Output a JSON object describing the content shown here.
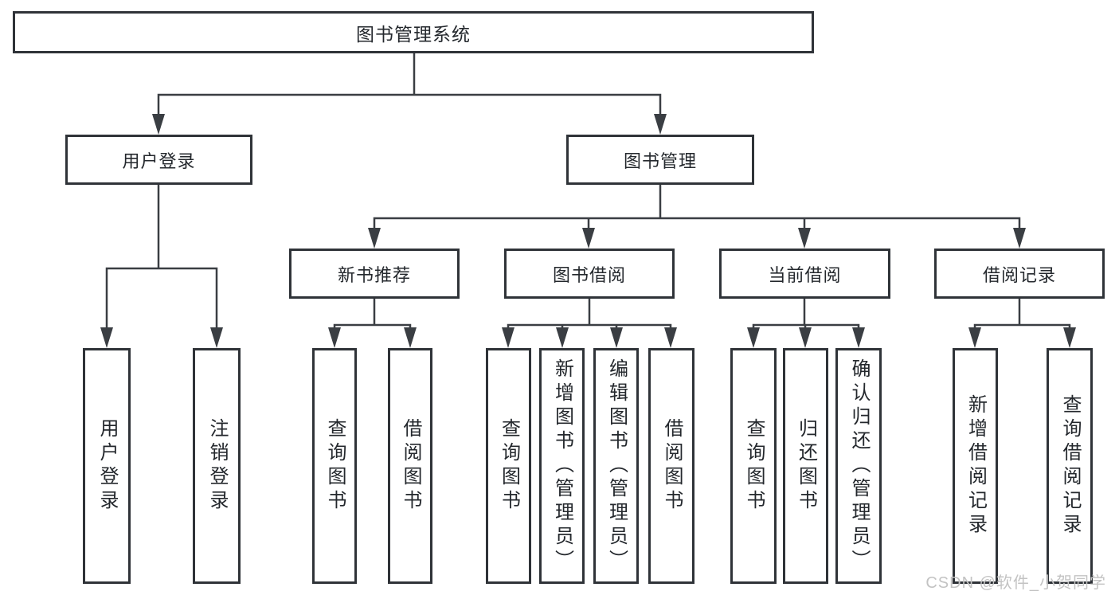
{
  "diagram_title": "图书管理系统",
  "nodes": {
    "root": "图书管理系统",
    "level2": {
      "user_login": "用户登录",
      "book_management": "图书管理"
    },
    "level3": {
      "new_books": "新书推荐",
      "book_borrowing": "图书借阅",
      "current_borrowing": "当前借阅",
      "borrow_records": "借阅记录"
    },
    "leaves": {
      "user_login": "用户登录",
      "logout": "注销登录",
      "new_books_query": "查询图书",
      "new_books_borrow": "借阅图书",
      "borrowing_query": "查询图书",
      "borrowing_add": "新增图书（管理员）",
      "borrowing_edit": "编辑图书（管理员）",
      "borrowing_borrow": "借阅图书",
      "current_query": "查询图书",
      "current_return": "归还图书",
      "current_confirm": "确认归还（管理员）",
      "records_add": "新增借阅记录",
      "records_query": "查询借阅记录"
    }
  },
  "watermark": "CSDN @软件_小贺同学",
  "colors": {
    "line": "#3a3e43",
    "box_border": "#2f3338",
    "box_fill": "#ffffff",
    "text": "#24282d",
    "watermark": "#c3c3c3",
    "background": "#ffffff"
  }
}
